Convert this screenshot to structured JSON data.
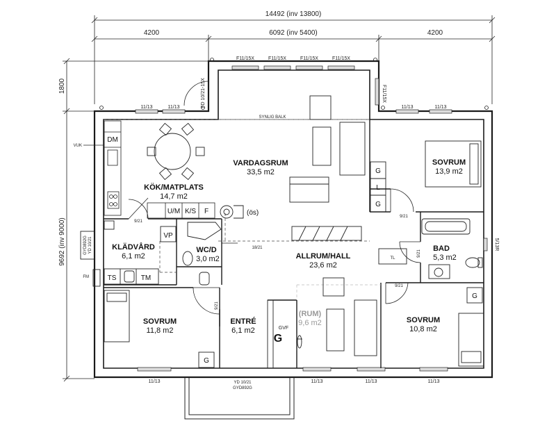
{
  "dimensions": {
    "total_width": "14492 (inv 13800)",
    "left_width": "4200",
    "middle_width": "6092 (inv 5400)",
    "right_width": "4200",
    "bay_depth": "1800",
    "total_depth": "9692 (inv 9000)"
  },
  "windows": {
    "bay": "F11/15X",
    "kitchen": "11/13",
    "bedroom": "11/13",
    "bay_side": "F11/15X",
    "terrace_door": "FD 10/21-15X",
    "small_door": "5/13R"
  },
  "rooms": {
    "vardagsrum": {
      "name": "VARDAGSRUM",
      "area": "33,5 m2"
    },
    "kok": {
      "name": "KÖK/MATPLATS",
      "area": "14,7 m2"
    },
    "sovrum_ne": {
      "name": "SOVRUM",
      "area": "13,9 m2"
    },
    "kladvard": {
      "name": "KLÄDVÅRD",
      "area": "6,1 m2"
    },
    "wc": {
      "name": "WC/D",
      "area": "3,0 m2"
    },
    "allrum": {
      "name": "ALLRUM/HALL",
      "area": "23,6 m2"
    },
    "bad": {
      "name": "BAD",
      "area": "5,3 m2"
    },
    "sovrum_sw": {
      "name": "SOVRUM",
      "area": "11,8 m2"
    },
    "entre": {
      "name": "ENTRÉ",
      "area": "6,1 m2"
    },
    "rum": {
      "name": "(RUM)",
      "area": "9,6 m2"
    },
    "sovrum_se": {
      "name": "SOVRUM",
      "area": "10,8 m2"
    }
  },
  "labels": {
    "synlig_balk": "SYNLIG BALK",
    "dm": "DM",
    "um": "U/M",
    "ks": "K/S",
    "f": "F",
    "vp": "VP",
    "ts": "TS",
    "tm": "TM",
    "fm": "FM",
    "vuk": "VUK",
    "g": "G",
    "l": "L",
    "tl": "TL",
    "gvf": "GVF",
    "os": "(ös)",
    "ext_door_left_1": "GYD892G",
    "ext_door_left_2": "YD 10/21",
    "entry_door_1": "YD 10/21",
    "entry_door_2": "GYD892G",
    "door_921": "9/21",
    "door_1821": "18/21"
  },
  "colors": {
    "ink": "#111111",
    "wall": "#1a1a1a",
    "ghost": "#9a9a9a",
    "window": "#dcdcdc"
  }
}
